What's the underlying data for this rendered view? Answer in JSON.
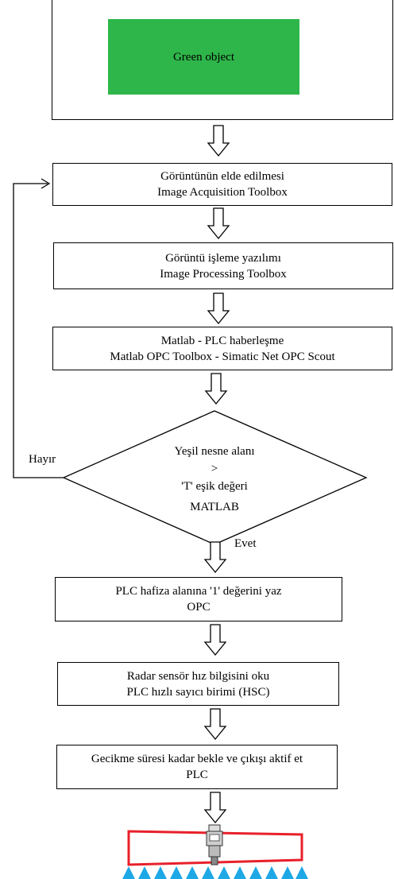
{
  "steps": {
    "object": {
      "label": "Green object",
      "fill": "#2eb64a"
    },
    "acquisition": {
      "line1": "Görüntünün elde edilmesi",
      "line2": "Image Acquisition Toolbox"
    },
    "processing": {
      "line1": "Görüntü işleme yazılımı",
      "line2": "Image Processing Toolbox"
    },
    "communication": {
      "line1": "Matlab - PLC haberleşme",
      "line2": "Matlab OPC Toolbox - Simatic Net OPC Scout"
    },
    "write_memory": {
      "line1": "PLC hafiza alanına '1' değerini yaz",
      "line2": "OPC"
    },
    "radar": {
      "line1": "Radar sensör hız bilgisini oku",
      "line2": "PLC hızlı sayıcı birimi (HSC)"
    },
    "delay": {
      "line1": "Gecikme süresi kadar bekle ve çıkışı aktif et",
      "line2": "PLC"
    }
  },
  "decision": {
    "line1": "Yeşil nesne alanı",
    "line2": ">",
    "line3": "'T' eşik değeri",
    "line4": "MATLAB",
    "no_label": "Hayır",
    "yes_label": "Evet"
  },
  "colors": {
    "frame_red": "#e8202a",
    "nozzle_blue": "#1ea8e6",
    "arrow": "#000000"
  },
  "icons": {
    "flow_arrow": "hollow-down-arrow",
    "sprayer": "spray-boom-icon"
  }
}
